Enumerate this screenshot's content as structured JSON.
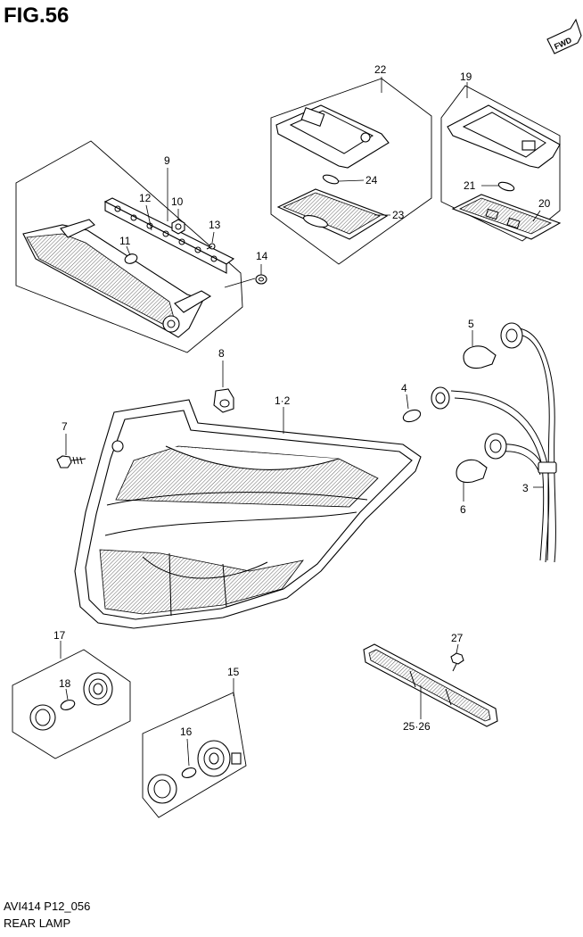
{
  "figure": {
    "title": "FIG.56",
    "code": "AVI414 P12_056",
    "name": "REAR LAMP",
    "direction_badge": "FWD"
  },
  "callouts": {
    "c1_2": "1·2",
    "c3": "3",
    "c4": "4",
    "c5": "5",
    "c6": "6",
    "c7": "7",
    "c8": "8",
    "c9": "9",
    "c10": "10",
    "c11": "11",
    "c12": "12",
    "c13": "13",
    "c14": "14",
    "c15": "15",
    "c16": "16",
    "c17": "17",
    "c18": "18",
    "c19": "19",
    "c20": "20",
    "c21": "21",
    "c22": "22",
    "c23": "23",
    "c24": "24",
    "c25_26": "25·26",
    "c27": "27"
  }
}
